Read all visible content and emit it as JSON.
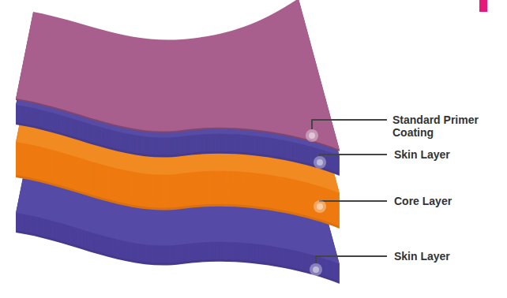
{
  "diagram": {
    "labels": [
      "Standard Primer Coating",
      "Skin Layer",
      "Core Layer",
      "Skin Layer"
    ]
  }
}
